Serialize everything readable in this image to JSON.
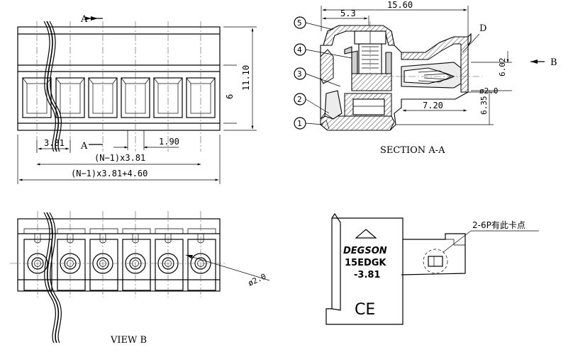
{
  "front_view": {
    "section_mark_top": "A",
    "section_mark_bottom": "A",
    "dim_height": "11.10",
    "dim_depth": "6",
    "dim_pitch": "3.81",
    "dim_inner": "1.90",
    "dim_span": "(N−1)x3.81",
    "dim_total": "(N−1)x3.81+4.60"
  },
  "section_view": {
    "title": "SECTION A-A",
    "dim_top": "15.60",
    "dim_screw": "5.3",
    "dim_pin_height": "6.02",
    "dim_body_height": "6.35",
    "dim_length": "7.20",
    "dim_hole": "ø2.0",
    "detail_label": "D",
    "view_arrow": "B",
    "callouts": [
      "5",
      "4",
      "3",
      "2",
      "1"
    ]
  },
  "view_b": {
    "title": "VIEW B",
    "dim_hole": "ø2.0"
  },
  "side_view": {
    "brand": "DEGSON",
    "model": "15EDGK",
    "pitch": "-3.81",
    "mark": "CE",
    "note": "2-6P有此卡点"
  }
}
